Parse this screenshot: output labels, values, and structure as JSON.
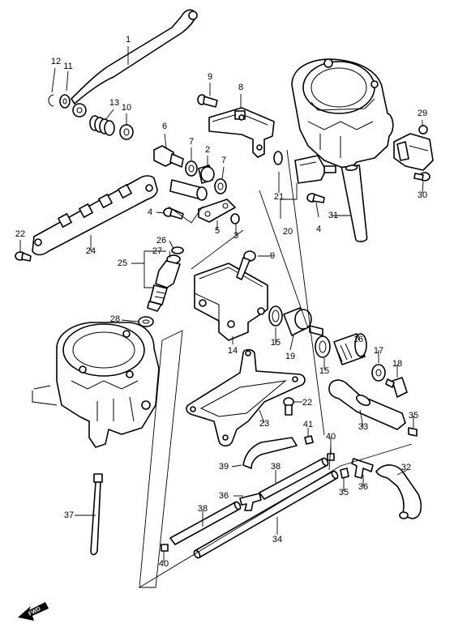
{
  "fwd_label": "FWD",
  "callouts": [
    {
      "id": "1",
      "text": "1"
    },
    {
      "id": "2",
      "text": "2"
    },
    {
      "id": "3",
      "text": "3"
    },
    {
      "id": "4a",
      "text": "4"
    },
    {
      "id": "4b",
      "text": "4"
    },
    {
      "id": "5",
      "text": "5"
    },
    {
      "id": "6",
      "text": "6"
    },
    {
      "id": "7a",
      "text": "7"
    },
    {
      "id": "7b",
      "text": "7"
    },
    {
      "id": "8",
      "text": "8"
    },
    {
      "id": "9a",
      "text": "9"
    },
    {
      "id": "9b",
      "text": "9"
    },
    {
      "id": "10",
      "text": "10"
    },
    {
      "id": "11",
      "text": "11"
    },
    {
      "id": "12",
      "text": "12"
    },
    {
      "id": "13",
      "text": "13"
    },
    {
      "id": "14",
      "text": "14"
    },
    {
      "id": "15a",
      "text": "15"
    },
    {
      "id": "15b",
      "text": "15"
    },
    {
      "id": "16",
      "text": "16"
    },
    {
      "id": "17",
      "text": "17"
    },
    {
      "id": "18",
      "text": "18"
    },
    {
      "id": "19",
      "text": "19"
    },
    {
      "id": "20",
      "text": "20"
    },
    {
      "id": "21",
      "text": "21"
    },
    {
      "id": "22a",
      "text": "22"
    },
    {
      "id": "22b",
      "text": "22"
    },
    {
      "id": "23",
      "text": "23"
    },
    {
      "id": "24",
      "text": "24"
    },
    {
      "id": "25",
      "text": "25"
    },
    {
      "id": "26",
      "text": "26"
    },
    {
      "id": "27",
      "text": "27"
    },
    {
      "id": "28",
      "text": "28"
    },
    {
      "id": "29",
      "text": "29"
    },
    {
      "id": "30",
      "text": "30"
    },
    {
      "id": "31",
      "text": "31"
    },
    {
      "id": "32",
      "text": "32"
    },
    {
      "id": "33",
      "text": "33"
    },
    {
      "id": "34",
      "text": "34"
    },
    {
      "id": "35a",
      "text": "35"
    },
    {
      "id": "35b",
      "text": "35"
    },
    {
      "id": "36a",
      "text": "36"
    },
    {
      "id": "36b",
      "text": "36"
    },
    {
      "id": "37",
      "text": "37"
    },
    {
      "id": "38a",
      "text": "38"
    },
    {
      "id": "38b",
      "text": "38"
    },
    {
      "id": "39",
      "text": "39"
    },
    {
      "id": "40a",
      "text": "40"
    },
    {
      "id": "40b",
      "text": "40"
    },
    {
      "id": "41",
      "text": "41"
    }
  ]
}
